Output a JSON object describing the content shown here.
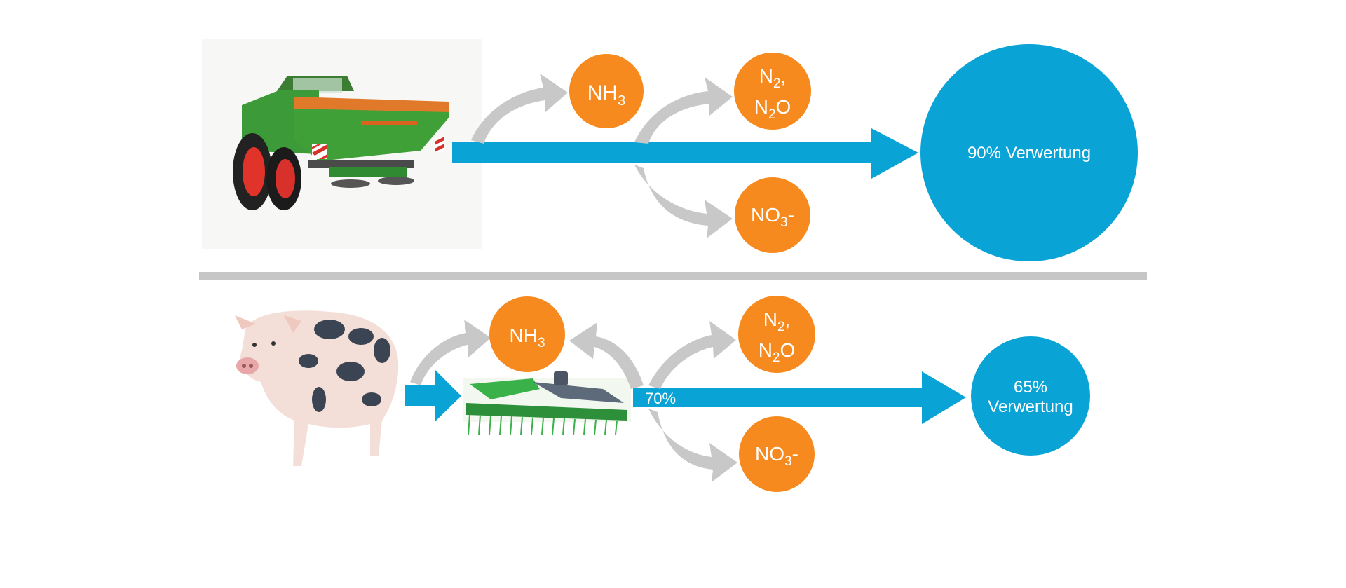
{
  "colors": {
    "flow_blue": "#0aa3d6",
    "gas_orange": "#f68a1e",
    "side_arrow_gray": "#c8c8c8",
    "divider_gray": "#c6c6c6",
    "node_text": "#ffffff",
    "tractor_green": "#3c9a38",
    "tractor_orange": "#e07a2a",
    "spreader_green": "#3bb14a"
  },
  "rows": [
    {
      "id": "mineral",
      "source": {
        "icon": "tractor-fertilizer-spreader-icon"
      },
      "losses": [
        {
          "id": "nh3",
          "main": "NH",
          "sub": "3"
        },
        {
          "id": "n2-n2o",
          "line1_main": "N",
          "line1_sub": "2",
          "line1_tail": ",",
          "line2_main": "N",
          "line2_sub": "2",
          "line2_tail": "O"
        },
        {
          "id": "no3",
          "main": "NO",
          "sub": "3",
          "tail": "-"
        }
      ],
      "result": {
        "lines": [
          "90% Verwertung"
        ]
      }
    },
    {
      "id": "organic",
      "source": {
        "icon": "pig-icon"
      },
      "applicator": {
        "icon": "slurry-applicator-icon"
      },
      "flow_label": "70%",
      "losses": [
        {
          "id": "nh3",
          "main": "NH",
          "sub": "3"
        },
        {
          "id": "n2-n2o",
          "line1_main": "N",
          "line1_sub": "2",
          "line1_tail": ",",
          "line2_main": "N",
          "line2_sub": "2",
          "line2_tail": "O"
        },
        {
          "id": "no3",
          "main": "NO",
          "sub": "3",
          "tail": "-"
        }
      ],
      "result": {
        "lines": [
          "65%",
          "Verwertung"
        ]
      }
    }
  ]
}
